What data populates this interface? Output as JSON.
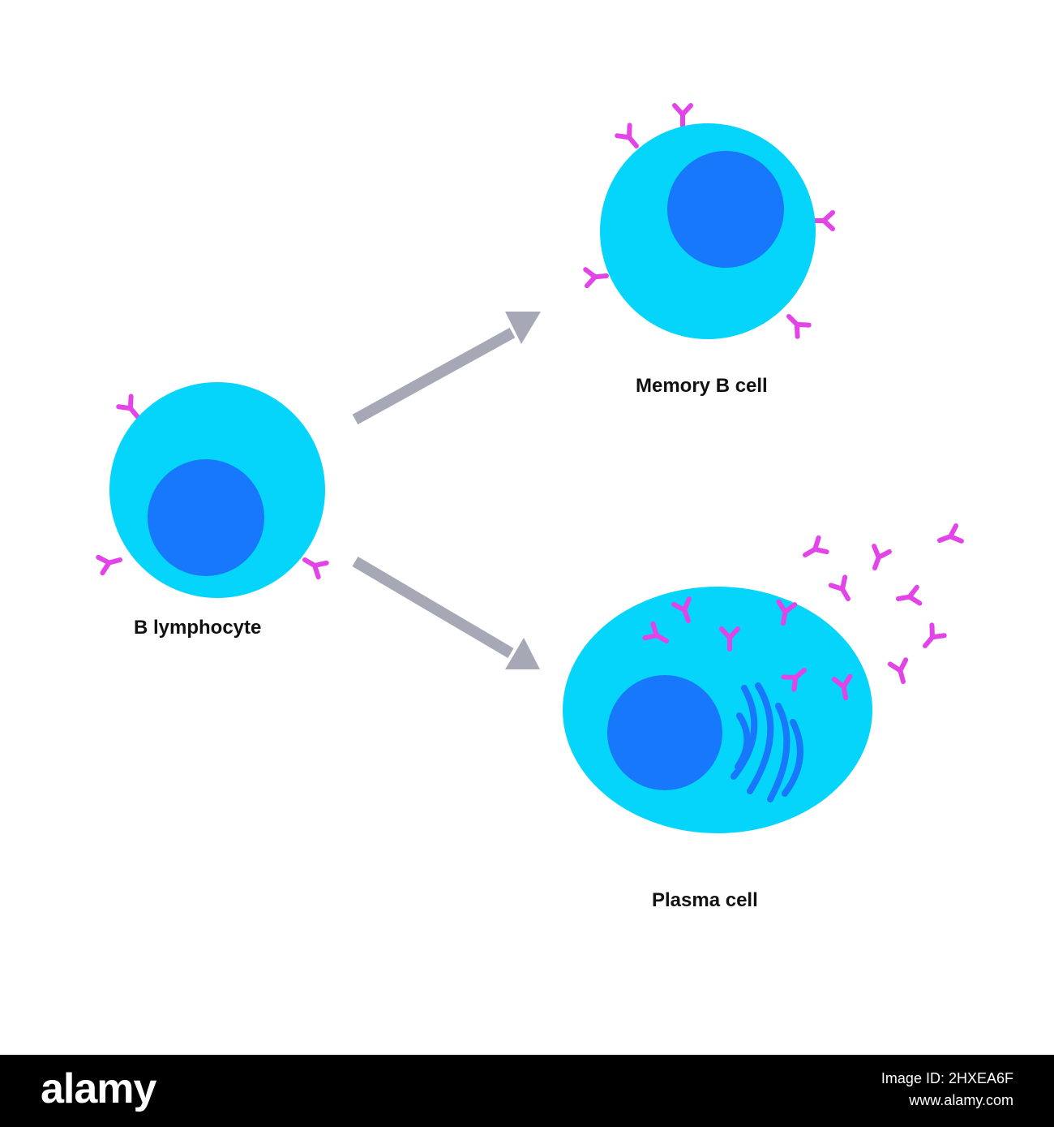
{
  "labels": {
    "b_lymphocyte": "B lymphocyte",
    "memory_b_cell": "Memory B cell",
    "plasma_cell": "Plasma cell"
  },
  "watermark": {
    "footer_logo": "alamy",
    "image_id_line": "Image ID: 2HXEA6F",
    "site_line": "www.alamy.com"
  },
  "colors": {
    "cytoplasm": "#05d5fb",
    "nucleus": "#1878fb",
    "antibody": "#e244e8",
    "arrow": "#a6a9b5",
    "background": "#ffffff",
    "footer": "#000000"
  }
}
